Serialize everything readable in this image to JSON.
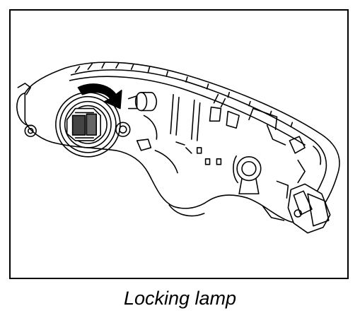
{
  "figure": {
    "caption": "Locking lamp",
    "illustration": "headlamp-housing-rear-view",
    "callout": "rotation-arrow-clockwise"
  },
  "colors": {
    "line": "#000000",
    "background": "#ffffff"
  }
}
